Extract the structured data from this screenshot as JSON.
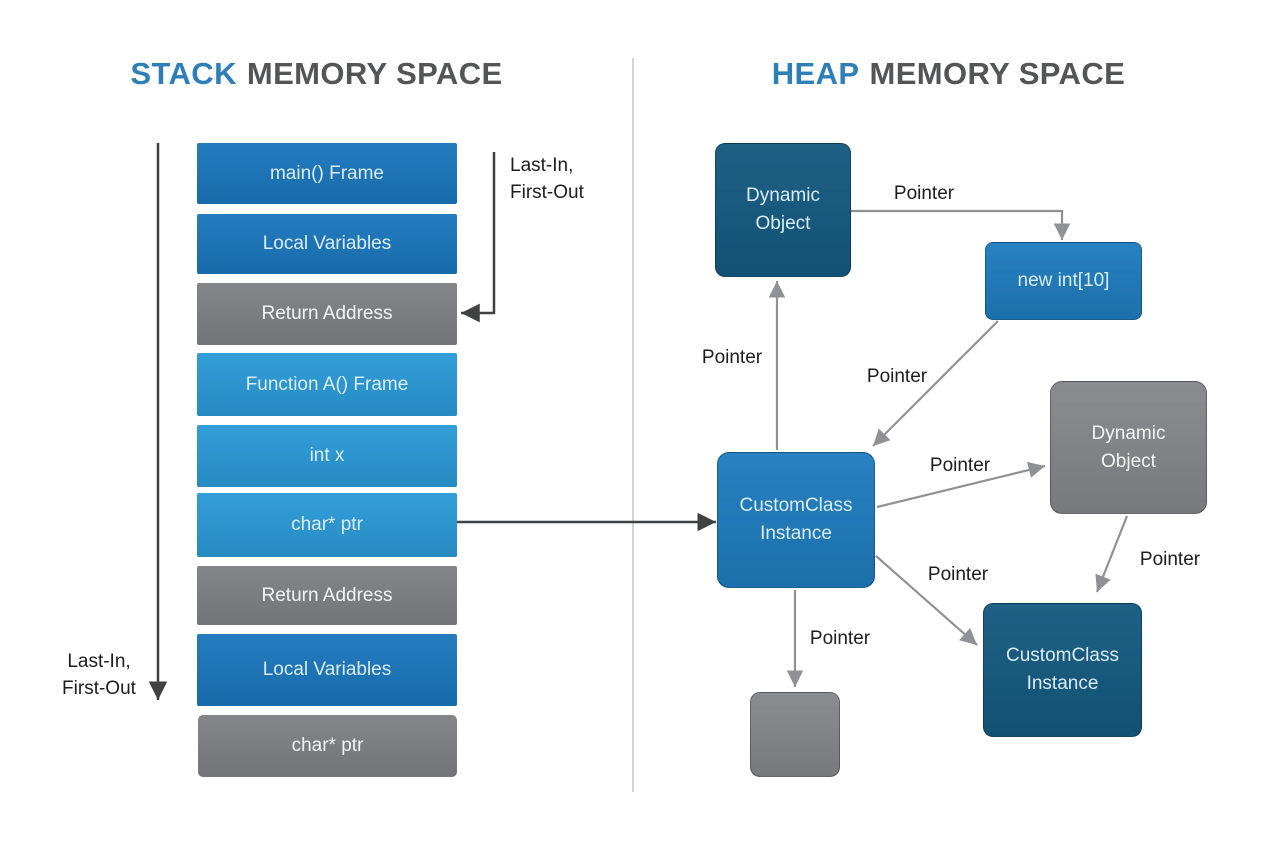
{
  "titles": {
    "stack": {
      "highlight": "STACK",
      "rest": "MEMORY SPACE"
    },
    "heap": {
      "highlight": "HEAP",
      "rest": "MEMORY SPACE"
    }
  },
  "stack": {
    "lifo_top": {
      "line1": "Last-In,",
      "line2": "First-Out"
    },
    "lifo_bottom": {
      "line1": "Last-In,",
      "line2": "First-Out"
    },
    "blocks": [
      {
        "label": "main() Frame",
        "style": "blue-dark"
      },
      {
        "label": "Local Variables",
        "style": "blue-dark"
      },
      {
        "label": "Return Address",
        "style": "gray"
      },
      {
        "label": "Function A() Frame",
        "style": "blue-light"
      },
      {
        "label": "int x",
        "style": "blue-light"
      },
      {
        "label": "char* ptr",
        "style": "blue-light"
      },
      {
        "label": "Return Address",
        "style": "gray"
      },
      {
        "label": "Local Variables",
        "style": "blue-dark"
      },
      {
        "label": "char* ptr",
        "style": "gray-detached"
      }
    ]
  },
  "heap": {
    "nodes": [
      {
        "label": "Dynamic Object",
        "style": "navy"
      },
      {
        "label": "new int[10]",
        "style": "blue"
      },
      {
        "label": "CustomClass Instance",
        "style": "blue"
      },
      {
        "label": "Dynamic Object",
        "style": "gray"
      },
      {
        "label": "CustomClass Instance",
        "style": "navy"
      },
      {
        "label": "",
        "style": "gray-small"
      }
    ]
  },
  "pointer_labels": [
    "Pointer",
    "Pointer",
    "Pointer",
    "Pointer",
    "Pointer",
    "Pointer",
    "Pointer"
  ],
  "colors": {
    "accent_blue": "#2e7eb8",
    "title_gray": "#545557",
    "stack_blue_dark": "#1b77bd",
    "stack_blue_light": "#2b9ad8",
    "block_gray": "#7f8184",
    "heap_navy": "#155a81",
    "heap_blue": "#1f7cbe",
    "heap_gray": "#85878a",
    "arrow_dark": "#3f4143",
    "arrow_gray": "#8f9194"
  }
}
